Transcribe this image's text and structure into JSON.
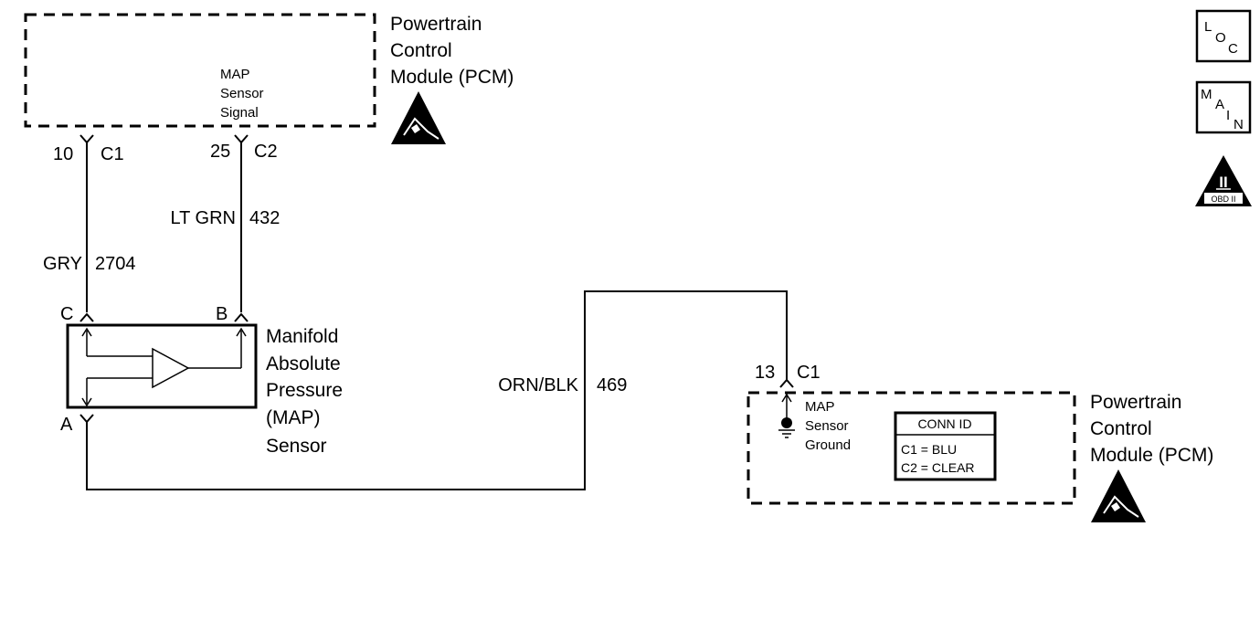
{
  "pcm_top": {
    "title_lines": [
      "Powertrain",
      "Control",
      "Module (PCM)"
    ],
    "signal_lines": [
      "MAP",
      "Sensor",
      "Signal"
    ]
  },
  "pcm_bottom": {
    "title_lines": [
      "Powertrain",
      "Control",
      "Module (PCM)"
    ],
    "ground_lines": [
      "MAP",
      "Sensor",
      "Ground"
    ],
    "conn_id": {
      "header": "CONN ID",
      "rows": [
        "C1 = BLU",
        "C2 = CLEAR"
      ]
    }
  },
  "pins": {
    "top_left_num": "10",
    "top_left_conn": "C1",
    "top_right_num": "25",
    "top_right_conn": "C2",
    "bottom_num": "13",
    "bottom_conn": "C1"
  },
  "wires": {
    "gry_color": "GRY",
    "gry_circuit": "2704",
    "ltgrn_color": "LT GRN",
    "ltgrn_circuit": "432",
    "orn_color": "ORN/BLK",
    "orn_circuit": "469"
  },
  "sensor": {
    "pin_c": "C",
    "pin_b": "B",
    "pin_a": "A",
    "name_lines": [
      "Manifold",
      "Absolute",
      "Pressure",
      "(MAP)",
      "Sensor"
    ]
  },
  "badges": {
    "loc": [
      "L",
      "O",
      "C"
    ],
    "main": [
      "M",
      "A",
      "I",
      "N"
    ],
    "obd_top": "II",
    "obd_bottom": "OBD II"
  }
}
